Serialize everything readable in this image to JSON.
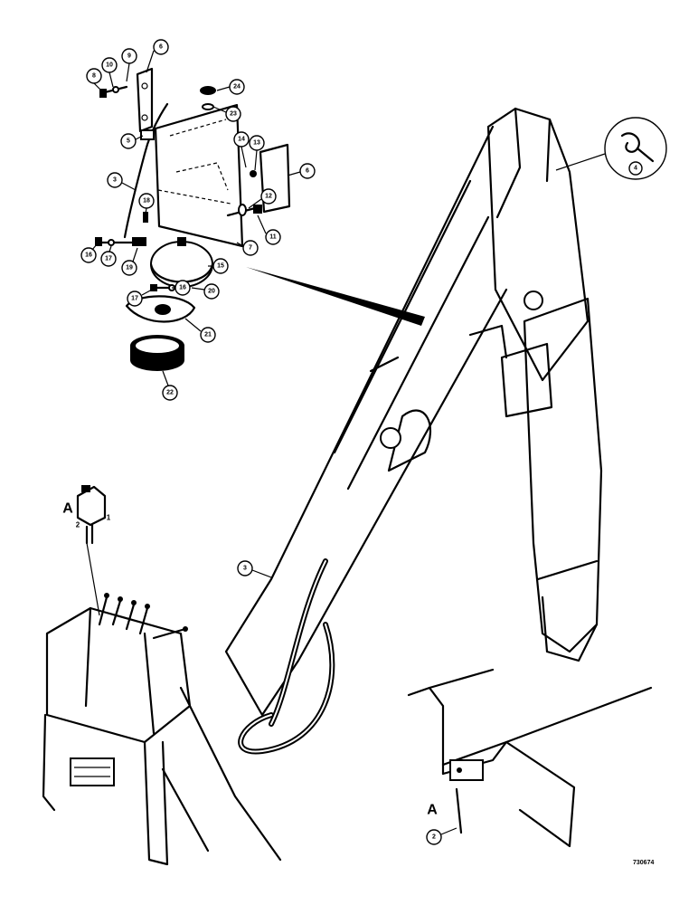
{
  "callouts": [
    {
      "id": "c8a",
      "label": "8"
    },
    {
      "id": "c10",
      "label": "10"
    },
    {
      "id": "c9",
      "label": "9"
    },
    {
      "id": "c6a",
      "label": "6"
    },
    {
      "id": "c24",
      "label": "24"
    },
    {
      "id": "c23",
      "label": "23"
    },
    {
      "id": "c5",
      "label": "5"
    },
    {
      "id": "c14",
      "label": "14"
    },
    {
      "id": "c13",
      "label": "13"
    },
    {
      "id": "c6b",
      "label": "6"
    },
    {
      "id": "c3a",
      "label": "3"
    },
    {
      "id": "c12",
      "label": "12"
    },
    {
      "id": "c18",
      "label": "18"
    },
    {
      "id": "c11",
      "label": "11"
    },
    {
      "id": "c7",
      "label": "7"
    },
    {
      "id": "c16a",
      "label": "16"
    },
    {
      "id": "c17a",
      "label": "17"
    },
    {
      "id": "c19",
      "label": "19"
    },
    {
      "id": "c15",
      "label": "15"
    },
    {
      "id": "c16b",
      "label": "16"
    },
    {
      "id": "c20",
      "label": "20"
    },
    {
      "id": "c17b",
      "label": "17"
    },
    {
      "id": "c21",
      "label": "21"
    },
    {
      "id": "c22",
      "label": "22"
    },
    {
      "id": "c4",
      "label": "4"
    },
    {
      "id": "c3b",
      "label": "3"
    },
    {
      "id": "c2b",
      "label": "2"
    }
  ],
  "detail_a_top": {
    "letter": "A",
    "num_1": "1",
    "num_2": "2"
  },
  "detail_a_bottom": {
    "letter": "A"
  },
  "drawing_code": "730674"
}
